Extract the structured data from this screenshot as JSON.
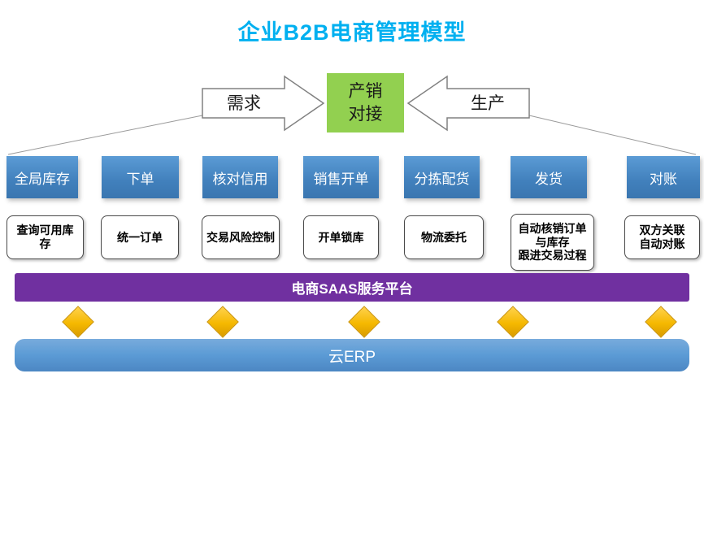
{
  "title": "企业B2B电商管理模型",
  "flow": {
    "demand_label": "需求",
    "center_label": "产销\n对接",
    "supply_label": "生产"
  },
  "columns": [
    {
      "header": "全局库存",
      "detail": "查询可用库存"
    },
    {
      "header": "下单",
      "detail": "统一订单"
    },
    {
      "header": "核对信用",
      "detail": "交易风险控制"
    },
    {
      "header": "销售开单",
      "detail": "开单锁库"
    },
    {
      "header": "分拣配货",
      "detail": "物流委托"
    },
    {
      "header": "发货",
      "detail": "自动核销订单与库存\n跟进交易过程"
    },
    {
      "header": "对账",
      "detail": "双方关联\n自动对账"
    }
  ],
  "platform": {
    "label": "电商SAAS服务平台"
  },
  "erp": {
    "label": "云ERP"
  },
  "colors": {
    "title": "#00b0f0",
    "stage_box": "#4a86c2",
    "match_box": "#92d050",
    "platform_bar": "#7030a0",
    "diamond": "#ffc000",
    "erp_bar": "#5b9bd5"
  }
}
